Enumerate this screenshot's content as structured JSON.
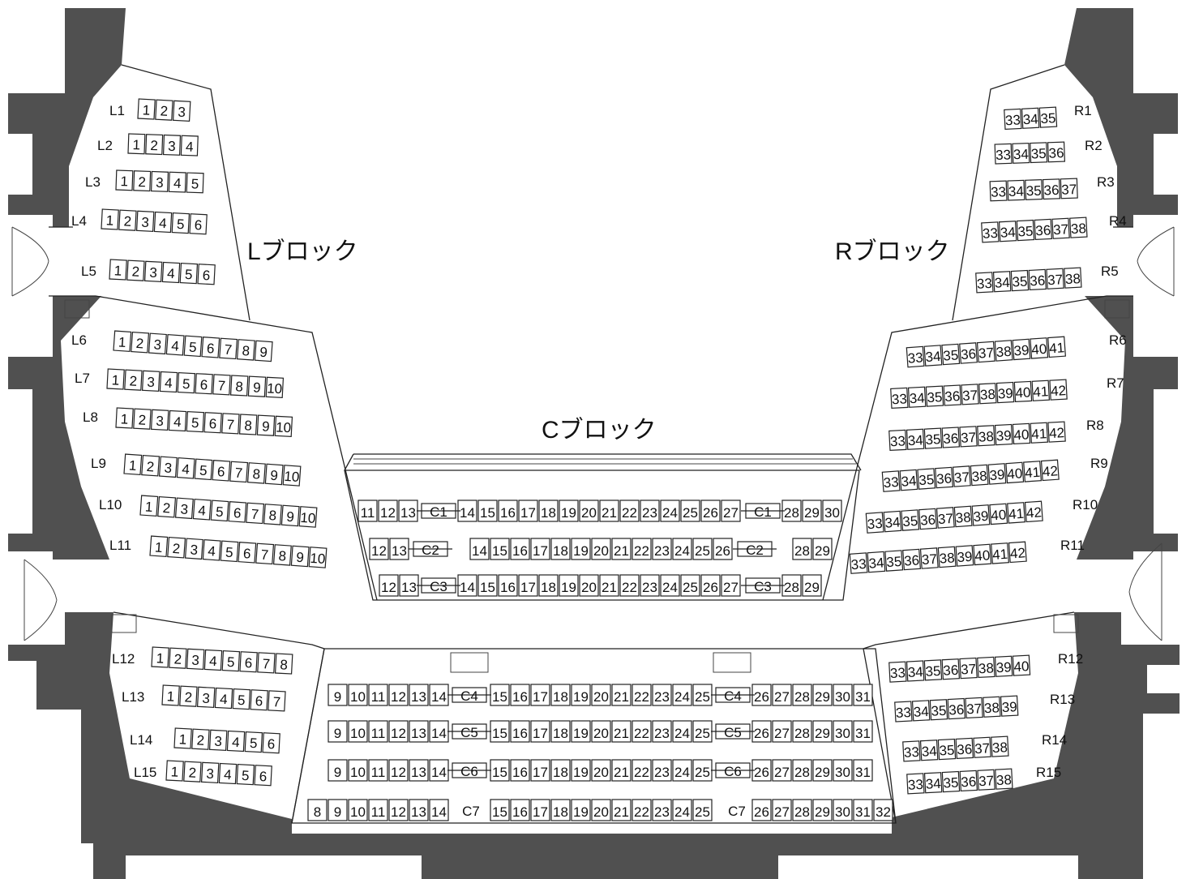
{
  "blocks": {
    "left": "Lブロック",
    "center": "Cブロック",
    "right": "Rブロック"
  },
  "left_rows": [
    {
      "label": "L1",
      "seats": [
        "1",
        "2",
        "3"
      ]
    },
    {
      "label": "L2",
      "seats": [
        "1",
        "2",
        "3",
        "4"
      ]
    },
    {
      "label": "L3",
      "seats": [
        "1",
        "2",
        "3",
        "4",
        "5"
      ]
    },
    {
      "label": "L4",
      "seats": [
        "1",
        "2",
        "3",
        "4",
        "5",
        "6"
      ]
    },
    {
      "label": "L5",
      "seats": [
        "1",
        "2",
        "3",
        "4",
        "5",
        "6"
      ]
    },
    {
      "label": "L6",
      "seats": [
        "1",
        "2",
        "3",
        "4",
        "5",
        "6",
        "7",
        "8",
        "9"
      ]
    },
    {
      "label": "L7",
      "seats": [
        "1",
        "2",
        "3",
        "4",
        "5",
        "6",
        "7",
        "8",
        "9",
        "10"
      ]
    },
    {
      "label": "L8",
      "seats": [
        "1",
        "2",
        "3",
        "4",
        "5",
        "6",
        "7",
        "8",
        "9",
        "10"
      ]
    },
    {
      "label": "L9",
      "seats": [
        "1",
        "2",
        "3",
        "4",
        "5",
        "6",
        "7",
        "8",
        "9",
        "10"
      ]
    },
    {
      "label": "L10",
      "seats": [
        "1",
        "2",
        "3",
        "4",
        "5",
        "6",
        "7",
        "8",
        "9",
        "10"
      ]
    },
    {
      "label": "L11",
      "seats": [
        "1",
        "2",
        "3",
        "4",
        "5",
        "6",
        "7",
        "8",
        "9",
        "10"
      ]
    },
    {
      "label": "L12",
      "seats": [
        "1",
        "2",
        "3",
        "4",
        "5",
        "6",
        "7",
        "8"
      ]
    },
    {
      "label": "L13",
      "seats": [
        "1",
        "2",
        "3",
        "4",
        "5",
        "6",
        "7"
      ]
    },
    {
      "label": "L14",
      "seats": [
        "1",
        "2",
        "3",
        "4",
        "5",
        "6"
      ]
    },
    {
      "label": "L15",
      "seats": [
        "1",
        "2",
        "3",
        "4",
        "5",
        "6"
      ]
    }
  ],
  "right_rows": [
    {
      "label": "R1",
      "seats": [
        "33",
        "34",
        "35"
      ]
    },
    {
      "label": "R2",
      "seats": [
        "33",
        "34",
        "35",
        "36"
      ]
    },
    {
      "label": "R3",
      "seats": [
        "33",
        "34",
        "35",
        "36",
        "37"
      ]
    },
    {
      "label": "R4",
      "seats": [
        "33",
        "34",
        "35",
        "36",
        "37",
        "38"
      ]
    },
    {
      "label": "R5",
      "seats": [
        "33",
        "34",
        "35",
        "36",
        "37",
        "38"
      ]
    },
    {
      "label": "R6",
      "seats": [
        "33",
        "34",
        "35",
        "36",
        "37",
        "38",
        "39",
        "40",
        "41"
      ]
    },
    {
      "label": "R7",
      "seats": [
        "33",
        "34",
        "35",
        "36",
        "37",
        "38",
        "39",
        "40",
        "41",
        "42"
      ]
    },
    {
      "label": "R8",
      "seats": [
        "33",
        "34",
        "35",
        "36",
        "37",
        "38",
        "39",
        "40",
        "41",
        "42"
      ]
    },
    {
      "label": "R9",
      "seats": [
        "33",
        "34",
        "35",
        "36",
        "37",
        "38",
        "39",
        "40",
        "41",
        "42"
      ]
    },
    {
      "label": "R10",
      "seats": [
        "33",
        "34",
        "35",
        "36",
        "37",
        "38",
        "39",
        "40",
        "41",
        "42"
      ]
    },
    {
      "label": "R11",
      "seats": [
        "33",
        "34",
        "35",
        "36",
        "37",
        "38",
        "39",
        "40",
        "41",
        "42"
      ]
    },
    {
      "label": "R12",
      "seats": [
        "33",
        "34",
        "35",
        "36",
        "37",
        "38",
        "39",
        "40"
      ]
    },
    {
      "label": "R13",
      "seats": [
        "33",
        "34",
        "35",
        "36",
        "37",
        "38",
        "39"
      ]
    },
    {
      "label": "R14",
      "seats": [
        "33",
        "34",
        "35",
        "36",
        "37",
        "38"
      ]
    },
    {
      "label": "R15",
      "seats": [
        "33",
        "34",
        "35",
        "36",
        "37",
        "38"
      ]
    }
  ],
  "center_rows": [
    {
      "label": "C1",
      "left": [
        "11",
        "12",
        "13"
      ],
      "mid": [
        "14",
        "15",
        "16",
        "17",
        "18",
        "19",
        "20",
        "21",
        "22",
        "23",
        "24",
        "25",
        "26",
        "27"
      ],
      "right": [
        "28",
        "29",
        "30"
      ]
    },
    {
      "label": "C2",
      "left": [
        "12",
        "13"
      ],
      "mid": [
        "14",
        "15",
        "16",
        "17",
        "18",
        "19",
        "20",
        "21",
        "22",
        "23",
        "24",
        "25",
        "26"
      ],
      "right": [
        "28",
        "29"
      ]
    },
    {
      "label": "C3",
      "left": [
        "12",
        "13"
      ],
      "mid": [
        "14",
        "15",
        "16",
        "17",
        "18",
        "19",
        "20",
        "21",
        "22",
        "23",
        "24",
        "25",
        "26",
        "27"
      ],
      "right": [
        "28",
        "29"
      ]
    },
    {
      "label": "C4",
      "left": [
        "9",
        "10",
        "11",
        "12",
        "13",
        "14"
      ],
      "mid": [
        "15",
        "16",
        "17",
        "18",
        "19",
        "20",
        "21",
        "22",
        "23",
        "24",
        "25"
      ],
      "right": [
        "26",
        "27",
        "28",
        "29",
        "30",
        "31"
      ]
    },
    {
      "label": "C5",
      "left": [
        "9",
        "10",
        "11",
        "12",
        "13",
        "14"
      ],
      "mid": [
        "15",
        "16",
        "17",
        "18",
        "19",
        "20",
        "21",
        "22",
        "23",
        "24",
        "25"
      ],
      "right": [
        "26",
        "27",
        "28",
        "29",
        "30",
        "31"
      ]
    },
    {
      "label": "C6",
      "left": [
        "9",
        "10",
        "11",
        "12",
        "13",
        "14"
      ],
      "mid": [
        "15",
        "16",
        "17",
        "18",
        "19",
        "20",
        "21",
        "22",
        "23",
        "24",
        "25"
      ],
      "right": [
        "26",
        "27",
        "28",
        "29",
        "30",
        "31"
      ]
    },
    {
      "label": "C7",
      "left": [
        "8",
        "9",
        "10",
        "11",
        "12",
        "13",
        "14"
      ],
      "mid": [
        "15",
        "16",
        "17",
        "18",
        "19",
        "20",
        "21",
        "22",
        "23",
        "24",
        "25"
      ],
      "right": [
        "26",
        "27",
        "28",
        "29",
        "30",
        "31",
        "32"
      ]
    }
  ]
}
